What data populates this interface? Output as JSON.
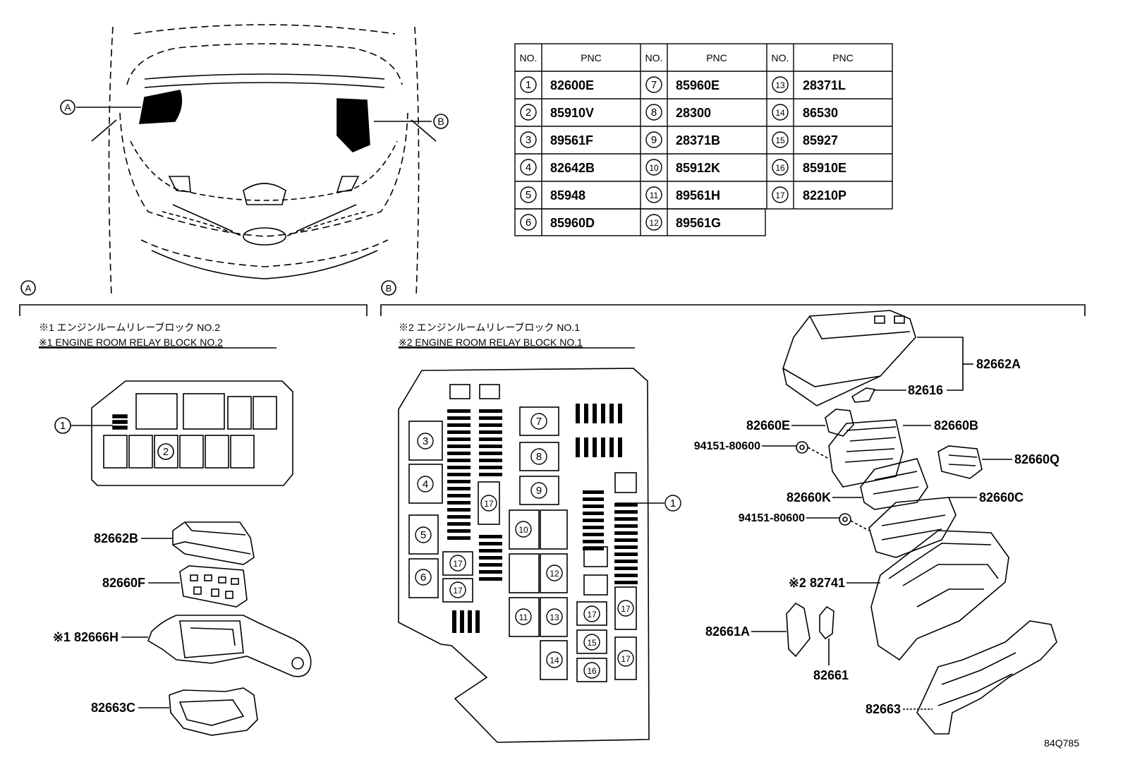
{
  "diagram_id": "84Q785",
  "callouts": {
    "a": "A",
    "b": "B"
  },
  "table": {
    "headers": {
      "no": "NO.",
      "pnc": "PNC"
    },
    "rows": [
      [
        {
          "no": "1",
          "pnc": "82600E"
        },
        {
          "no": "7",
          "pnc": "85960E"
        },
        {
          "no": "13",
          "pnc": "28371L"
        }
      ],
      [
        {
          "no": "2",
          "pnc": "85910V"
        },
        {
          "no": "8",
          "pnc": "28300"
        },
        {
          "no": "14",
          "pnc": "86530"
        }
      ],
      [
        {
          "no": "3",
          "pnc": "89561F"
        },
        {
          "no": "9",
          "pnc": "28371B"
        },
        {
          "no": "15",
          "pnc": "85927"
        }
      ],
      [
        {
          "no": "4",
          "pnc": "82642B"
        },
        {
          "no": "10",
          "pnc": "85912K"
        },
        {
          "no": "16",
          "pnc": "85910E"
        }
      ],
      [
        {
          "no": "5",
          "pnc": "85948"
        },
        {
          "no": "11",
          "pnc": "89561H"
        },
        {
          "no": "17",
          "pnc": "82210P"
        }
      ],
      [
        {
          "no": "6",
          "pnc": "85960D"
        },
        {
          "no": "12",
          "pnc": "89561G"
        }
      ]
    ]
  },
  "section_a": {
    "label": "A",
    "title_jp": "※1 エンジンルームリレーブロック NO.2",
    "title_en": "※1 ENGINE ROOM RELAY BLOCK NO.2",
    "parts": {
      "p82662B": "82662B",
      "p82660F": "82660F",
      "p82666H": "※1 82666H",
      "p82663C": "82663C"
    },
    "markers": {
      "m1": "1",
      "m2": "2"
    }
  },
  "section_b": {
    "label": "B",
    "title_jp": "※2 エンジンルームリレーブロック NO.1",
    "title_en": "※2 ENGINE ROOM RELAY BLOCK NO.1",
    "parts": {
      "p82662A": "82662A",
      "p82616": "82616",
      "p82660E": "82660E",
      "p82660B": "82660B",
      "p94151a": "94151-80600",
      "p82660Q": "82660Q",
      "p82660K": "82660K",
      "p82660C": "82660C",
      "p94151b": "94151-80600",
      "p82741": "※2 82741",
      "p82661A": "82661A",
      "p82661": "82661",
      "p82663": "82663"
    },
    "markers": [
      "3",
      "4",
      "5",
      "6",
      "7",
      "8",
      "9",
      "10",
      "11",
      "12",
      "13",
      "14",
      "15",
      "16",
      "17",
      "1"
    ]
  }
}
